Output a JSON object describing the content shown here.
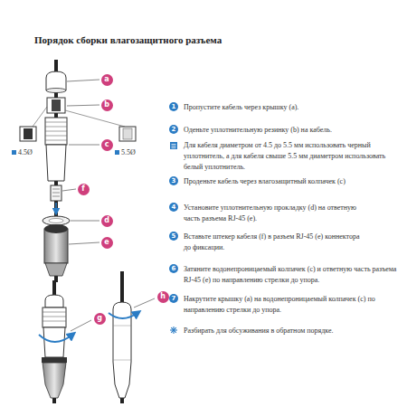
{
  "diagram": {
    "title": "Порядок сборки влагозащитного разъема",
    "nodes": [
      {
        "text": [
          "a"
        ]
      },
      {
        "text": [
          "b"
        ]
      },
      {
        "text": [
          "c"
        ]
      },
      {
        "text": [
          "f"
        ]
      },
      {
        "text": [
          "d"
        ]
      },
      {
        "text": [
          "e"
        ]
      },
      {
        "text": [
          "g"
        ]
      },
      {
        "text": [
          "h"
        ]
      },
      {
        "text": [
          "1"
        ]
      },
      {
        "text": [
          "2"
        ]
      },
      {
        "text": [
          "3"
        ]
      },
      {
        "text": [
          "4"
        ]
      },
      {
        "text": [
          "5"
        ]
      },
      {
        "text": [
          "6"
        ]
      },
      {
        "text": [
          "7"
        ]
      }
    ],
    "labels": [
      "4.5Ø",
      "5.5Ø",
      "Пропустите кабель через крышку (а).",
      "Оденьте уплотнительную резинку (b) на кабель.",
      "Для кабеля диаметром от 4.5 до 5.5 мм использовать черный уплотнитель, а для кабеля свыше 5.5 мм диаметром использовать белый уплотнитель.",
      "Проденьте кабель через влагозащитный колпачек (с)",
      "Установите уплотнительную прокладку (d) на ответную часть разъема RJ-45 (e).",
      "Вставьте штекер кабеля (f) в разъем RJ-45 (e) коннектора до фиксации.",
      "Затяните водонепроницаемый колпачек (с) и ответную часть разъема RJ-45 (e) по направлению стрелки до упора.",
      "Накрутите крышку (а) на водонепроницаемый колпачек (с) по направлению стрелки до упора.",
      "Разбирать для обсуживания в обратном порядке."
    ]
  }
}
